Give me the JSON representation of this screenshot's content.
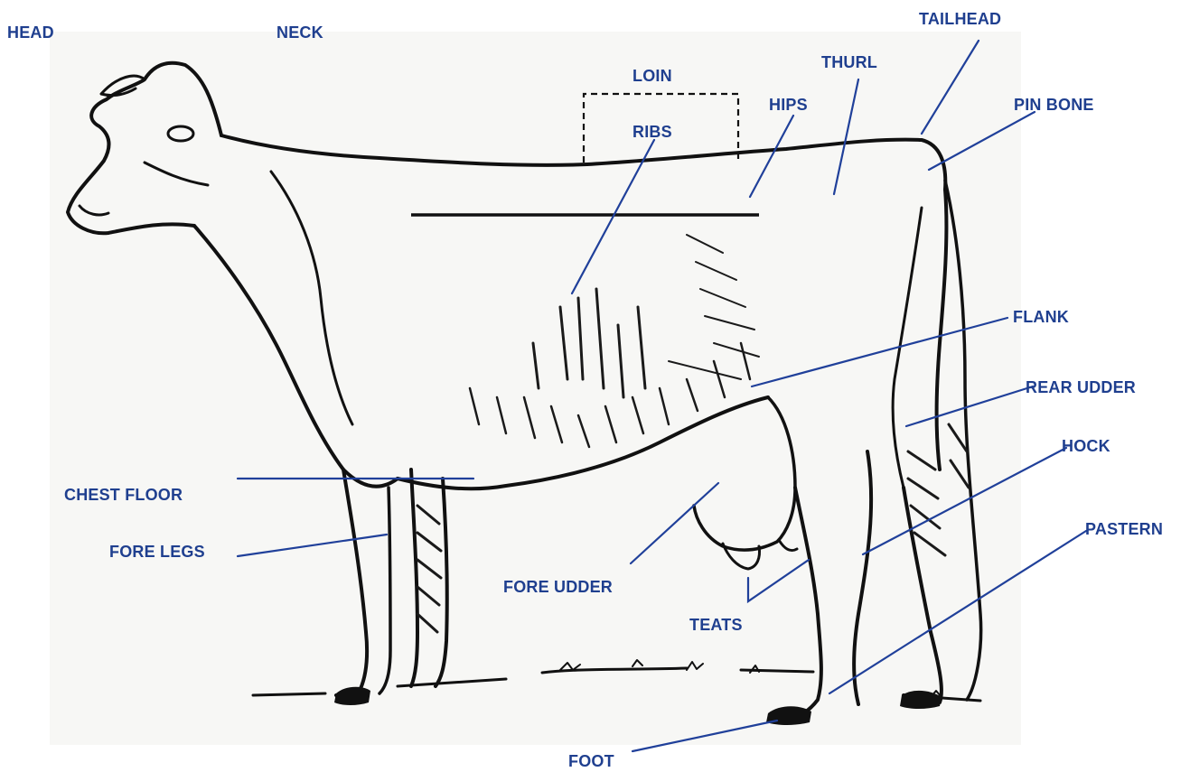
{
  "diagram": {
    "labels": {
      "head": "HEAD",
      "neck": "NECK",
      "tailhead": "TAILHEAD",
      "loin": "LOIN",
      "thurl": "THURL",
      "hips": "HIPS",
      "pin_bone": "PIN BONE",
      "ribs": "RIBS",
      "flank": "FLANK",
      "rear_udder": "REAR UDDER",
      "hock": "HOCK",
      "pastern": "PASTERN",
      "chest_floor": "CHEST FLOOR",
      "fore_legs": "FORE LEGS",
      "fore_udder": "FORE UDDER",
      "teats": "TEATS",
      "foot": "FOOT"
    },
    "colors": {
      "label": "#1f3f8f",
      "leader": "#20409a",
      "drawing": "#111111",
      "background": "#ffffff"
    }
  }
}
